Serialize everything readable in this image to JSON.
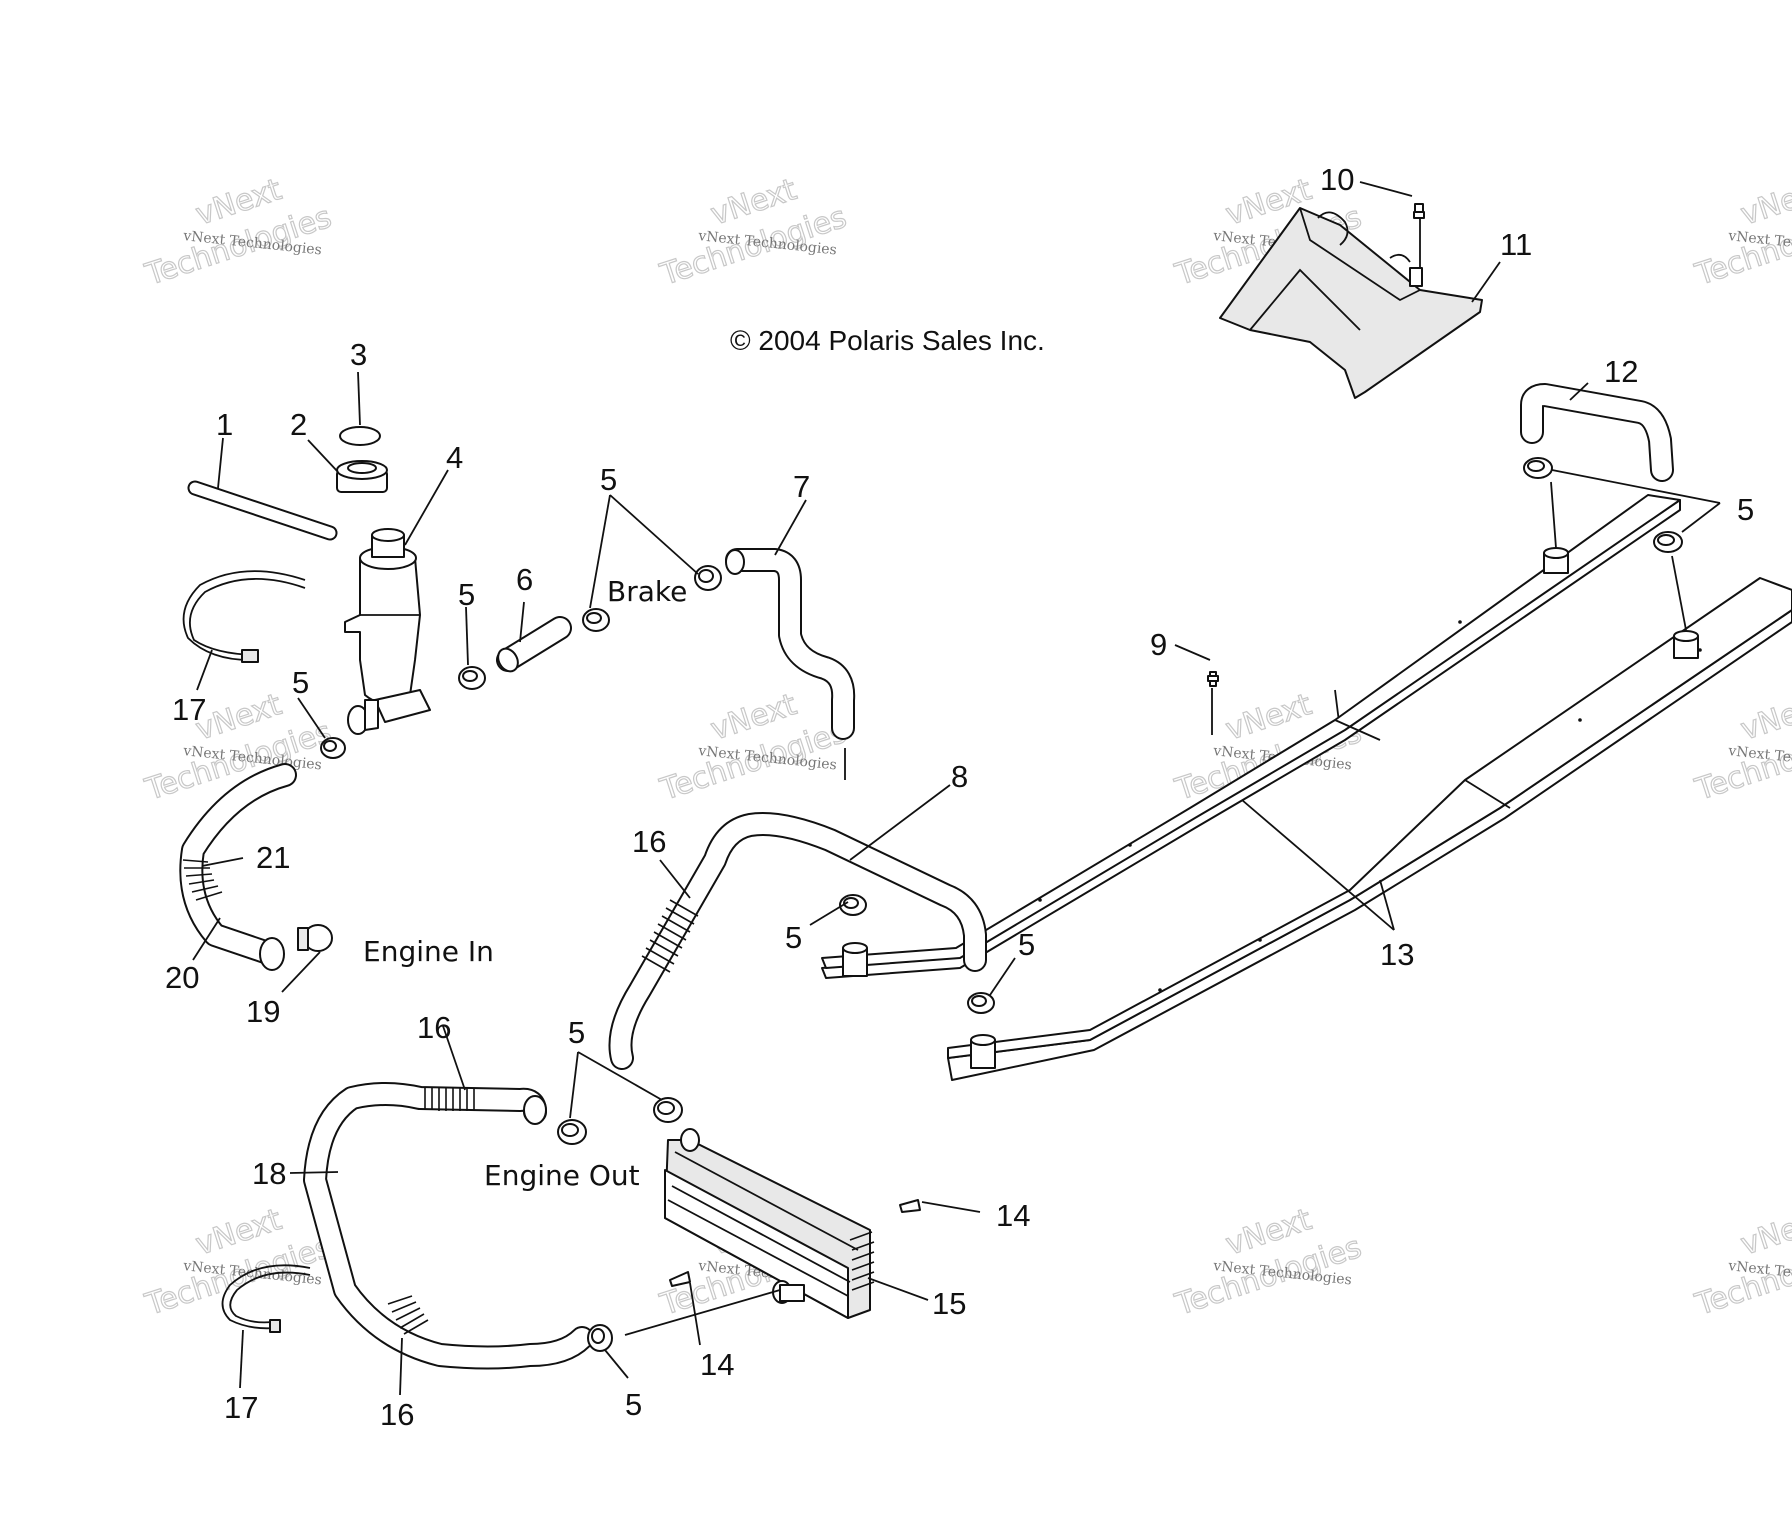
{
  "copyright": "© 2004 Polaris Sales Inc.",
  "watermark": {
    "line1": "vNext Technologies",
    "line2": "vNext",
    "line3": "Technologies"
  },
  "labels": {
    "engine_in": "Engine In",
    "engine_out": "Engine Out",
    "brake": "Brake"
  },
  "callouts": {
    "c1": "1",
    "c2": "2",
    "c3": "3",
    "c4": "4",
    "c5": "5",
    "c6": "6",
    "c7": "7",
    "c8": "8",
    "c9": "9",
    "c10": "10",
    "c11": "11",
    "c12": "12",
    "c13": "13",
    "c14": "14",
    "c15": "15",
    "c16": "16",
    "c17": "17",
    "c18": "18",
    "c19": "19",
    "c20": "20",
    "c21": "21"
  }
}
